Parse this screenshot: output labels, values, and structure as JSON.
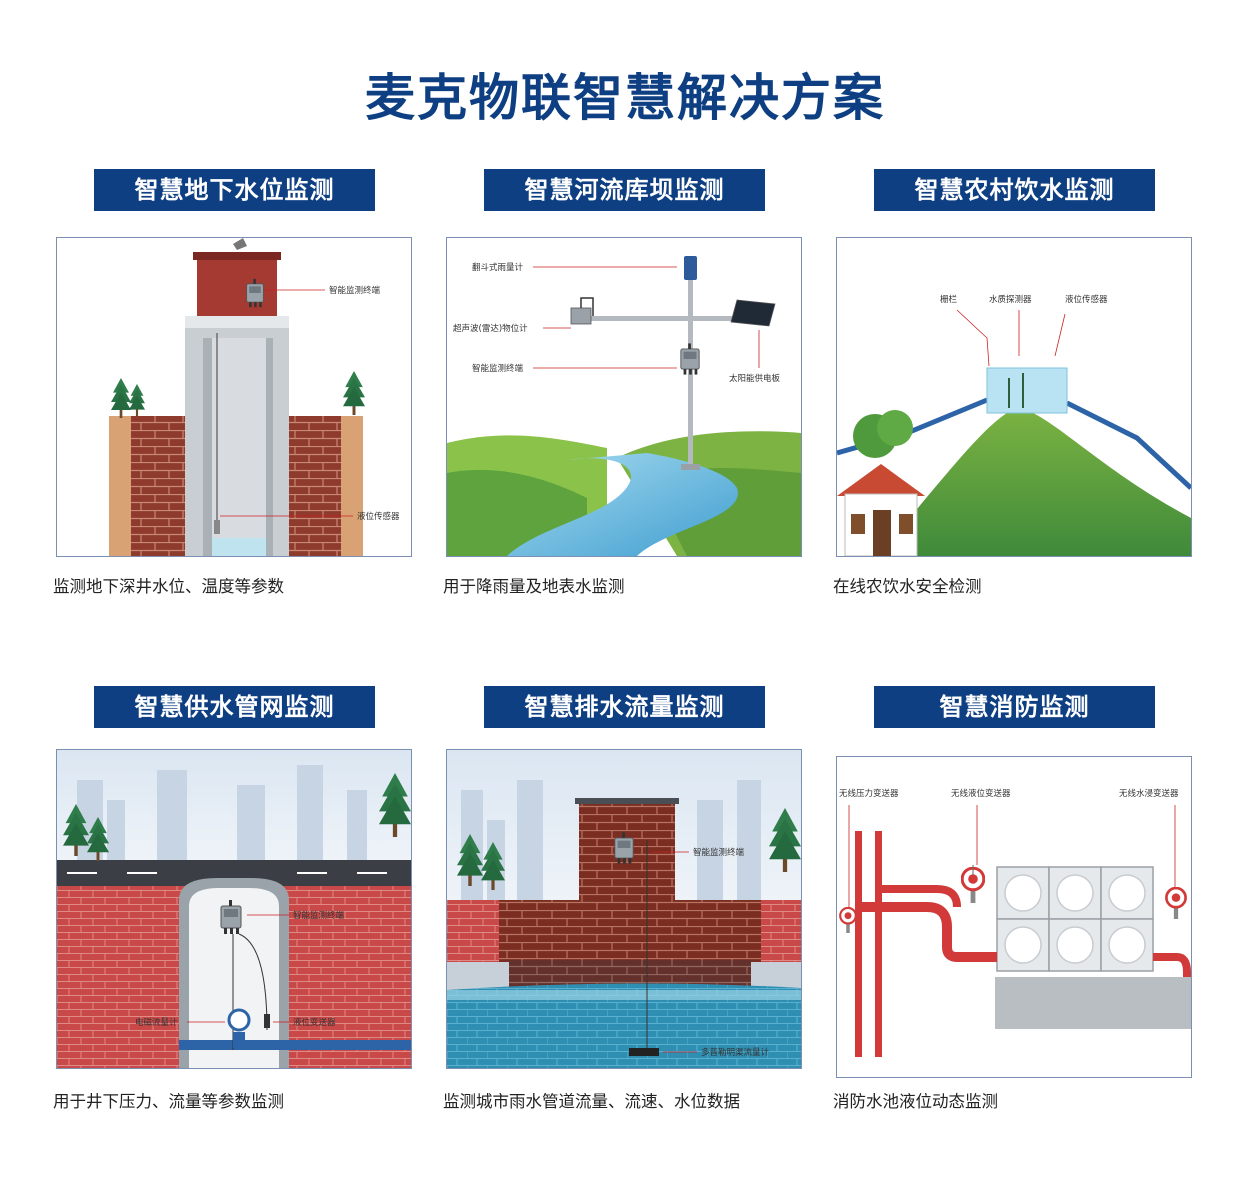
{
  "page": {
    "title": "麦克物联智慧解决方案"
  },
  "cards": [
    {
      "title": "智慧地下水位监测",
      "description": "监测地下深井水位、温度等参数",
      "labels": [
        "智能监测终端",
        "液位传感器"
      ]
    },
    {
      "title": "智慧河流库坝监测",
      "description": "用于降雨量及地表水监测",
      "labels": [
        "翻斗式雨量计",
        "超声波(雷达)物位计",
        "智能监测终端",
        "太阳能供电板"
      ]
    },
    {
      "title": "智慧农村饮水监测",
      "description": "在线农饮水安全检测",
      "labels": [
        "栅栏",
        "水质探测器",
        "液位传感器"
      ]
    },
    {
      "title": "智慧供水管网监测",
      "description": "用于井下压力、流量等参数监测",
      "labels": [
        "智能监测终端",
        "电磁流量计",
        "液位变送器"
      ]
    },
    {
      "title": "智慧排水流量监测",
      "description": "监测城市雨水管道流量、流速、水位数据",
      "labels": [
        "智能监测终端",
        "多普勒明渠流量计"
      ]
    },
    {
      "title": "智慧消防监测",
      "description": "消防水池液位动态监测",
      "labels": [
        "无线压力变送器",
        "无线液位变送器",
        "无线水浸变送器"
      ]
    }
  ]
}
